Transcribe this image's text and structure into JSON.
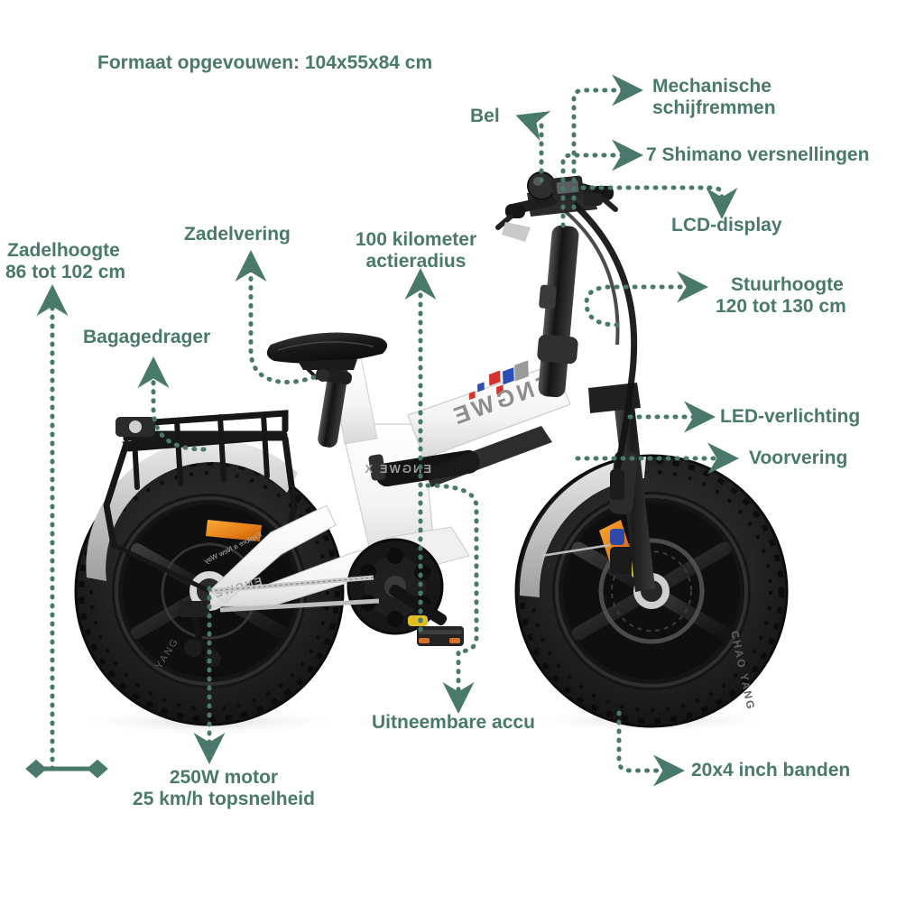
{
  "meta": {
    "domain": "Diagram",
    "background": "#ffffff",
    "accent_color": "#49796a",
    "product_brand": "ENGWE",
    "language": "nl"
  },
  "header": {
    "title": "Formaat opgevouwen: 104x55x84 cm"
  },
  "callouts": [
    {
      "id": "bel",
      "text": "Bel",
      "arrow": "left"
    },
    {
      "id": "schijfremmen",
      "text": "Mechanische\nschijfremmen",
      "arrow": "right"
    },
    {
      "id": "versnellingen",
      "text": "7 Shimano versnellingen",
      "arrow": "right"
    },
    {
      "id": "lcd",
      "text": "LCD-display",
      "arrow": "down"
    },
    {
      "id": "stuurhoogte",
      "text": "Stuurhoogte\n120 tot 130 cm",
      "arrow": "right"
    },
    {
      "id": "led",
      "text": "LED-verlichting",
      "arrow": "right"
    },
    {
      "id": "voorvering",
      "text": "Voorvering",
      "arrow": "right"
    },
    {
      "id": "banden",
      "text": "20x4 inch banden",
      "arrow": "right"
    },
    {
      "id": "accu",
      "text": "Uitneembare accu",
      "arrow": "down"
    },
    {
      "id": "motor",
      "text": "250W motor\n25 km/h topsnelheid",
      "arrow": "down"
    },
    {
      "id": "zadelhoogte",
      "text": "Zadelhoogte\n86 tot 102 cm",
      "arrow": "up"
    },
    {
      "id": "bagagedrager",
      "text": "Bagagedrager",
      "arrow": "up"
    },
    {
      "id": "zadelvering",
      "text": "Zadelvering",
      "arrow": "up"
    },
    {
      "id": "actieradius",
      "text": "100 kilometer\nactieradius",
      "arrow": "up"
    }
  ],
  "labels": {
    "bel": "Bel",
    "schijfremmen_l1": "Mechanische",
    "schijfremmen_l2": "schijfremmen",
    "versnellingen": "7 Shimano versnellingen",
    "lcd": "LCD-display",
    "stuurhoogte_l1": "Stuurhoogte",
    "stuurhoogte_l2": "120 tot 130 cm",
    "led": "LED-verlichting",
    "voorvering": "Voorvering",
    "banden": "20x4 inch banden",
    "accu": "Uitneembare accu",
    "motor_l1": "250W motor",
    "motor_l2": "25 km/h topsnelheid",
    "zadelhoogte_l1": "Zadelhoogte",
    "zadelhoogte_l2": "86 tot 102 cm",
    "bagagedrager": "Bagagedrager",
    "zadelvering": "Zadelvering",
    "actieradius_l1": "100 kilometer",
    "actieradius_l2": "actieradius"
  },
  "product": {
    "frame_logo_main": "ENGWE",
    "frame_logo_battery": "ENGWE X",
    "frame_logo_chainstay": "ENGWE",
    "frame_tagline": "Explore a New Way",
    "tire_brand": "CHAO YANG",
    "colors": {
      "frame": "#f2f2f2",
      "tire": "#1d1d1d",
      "saddle": "#1a1a1a",
      "reflector": "#e8821a",
      "brand_red": "#d6322e",
      "brand_blue": "#2a4fb7",
      "brand_gray": "#9a9a9a"
    }
  }
}
